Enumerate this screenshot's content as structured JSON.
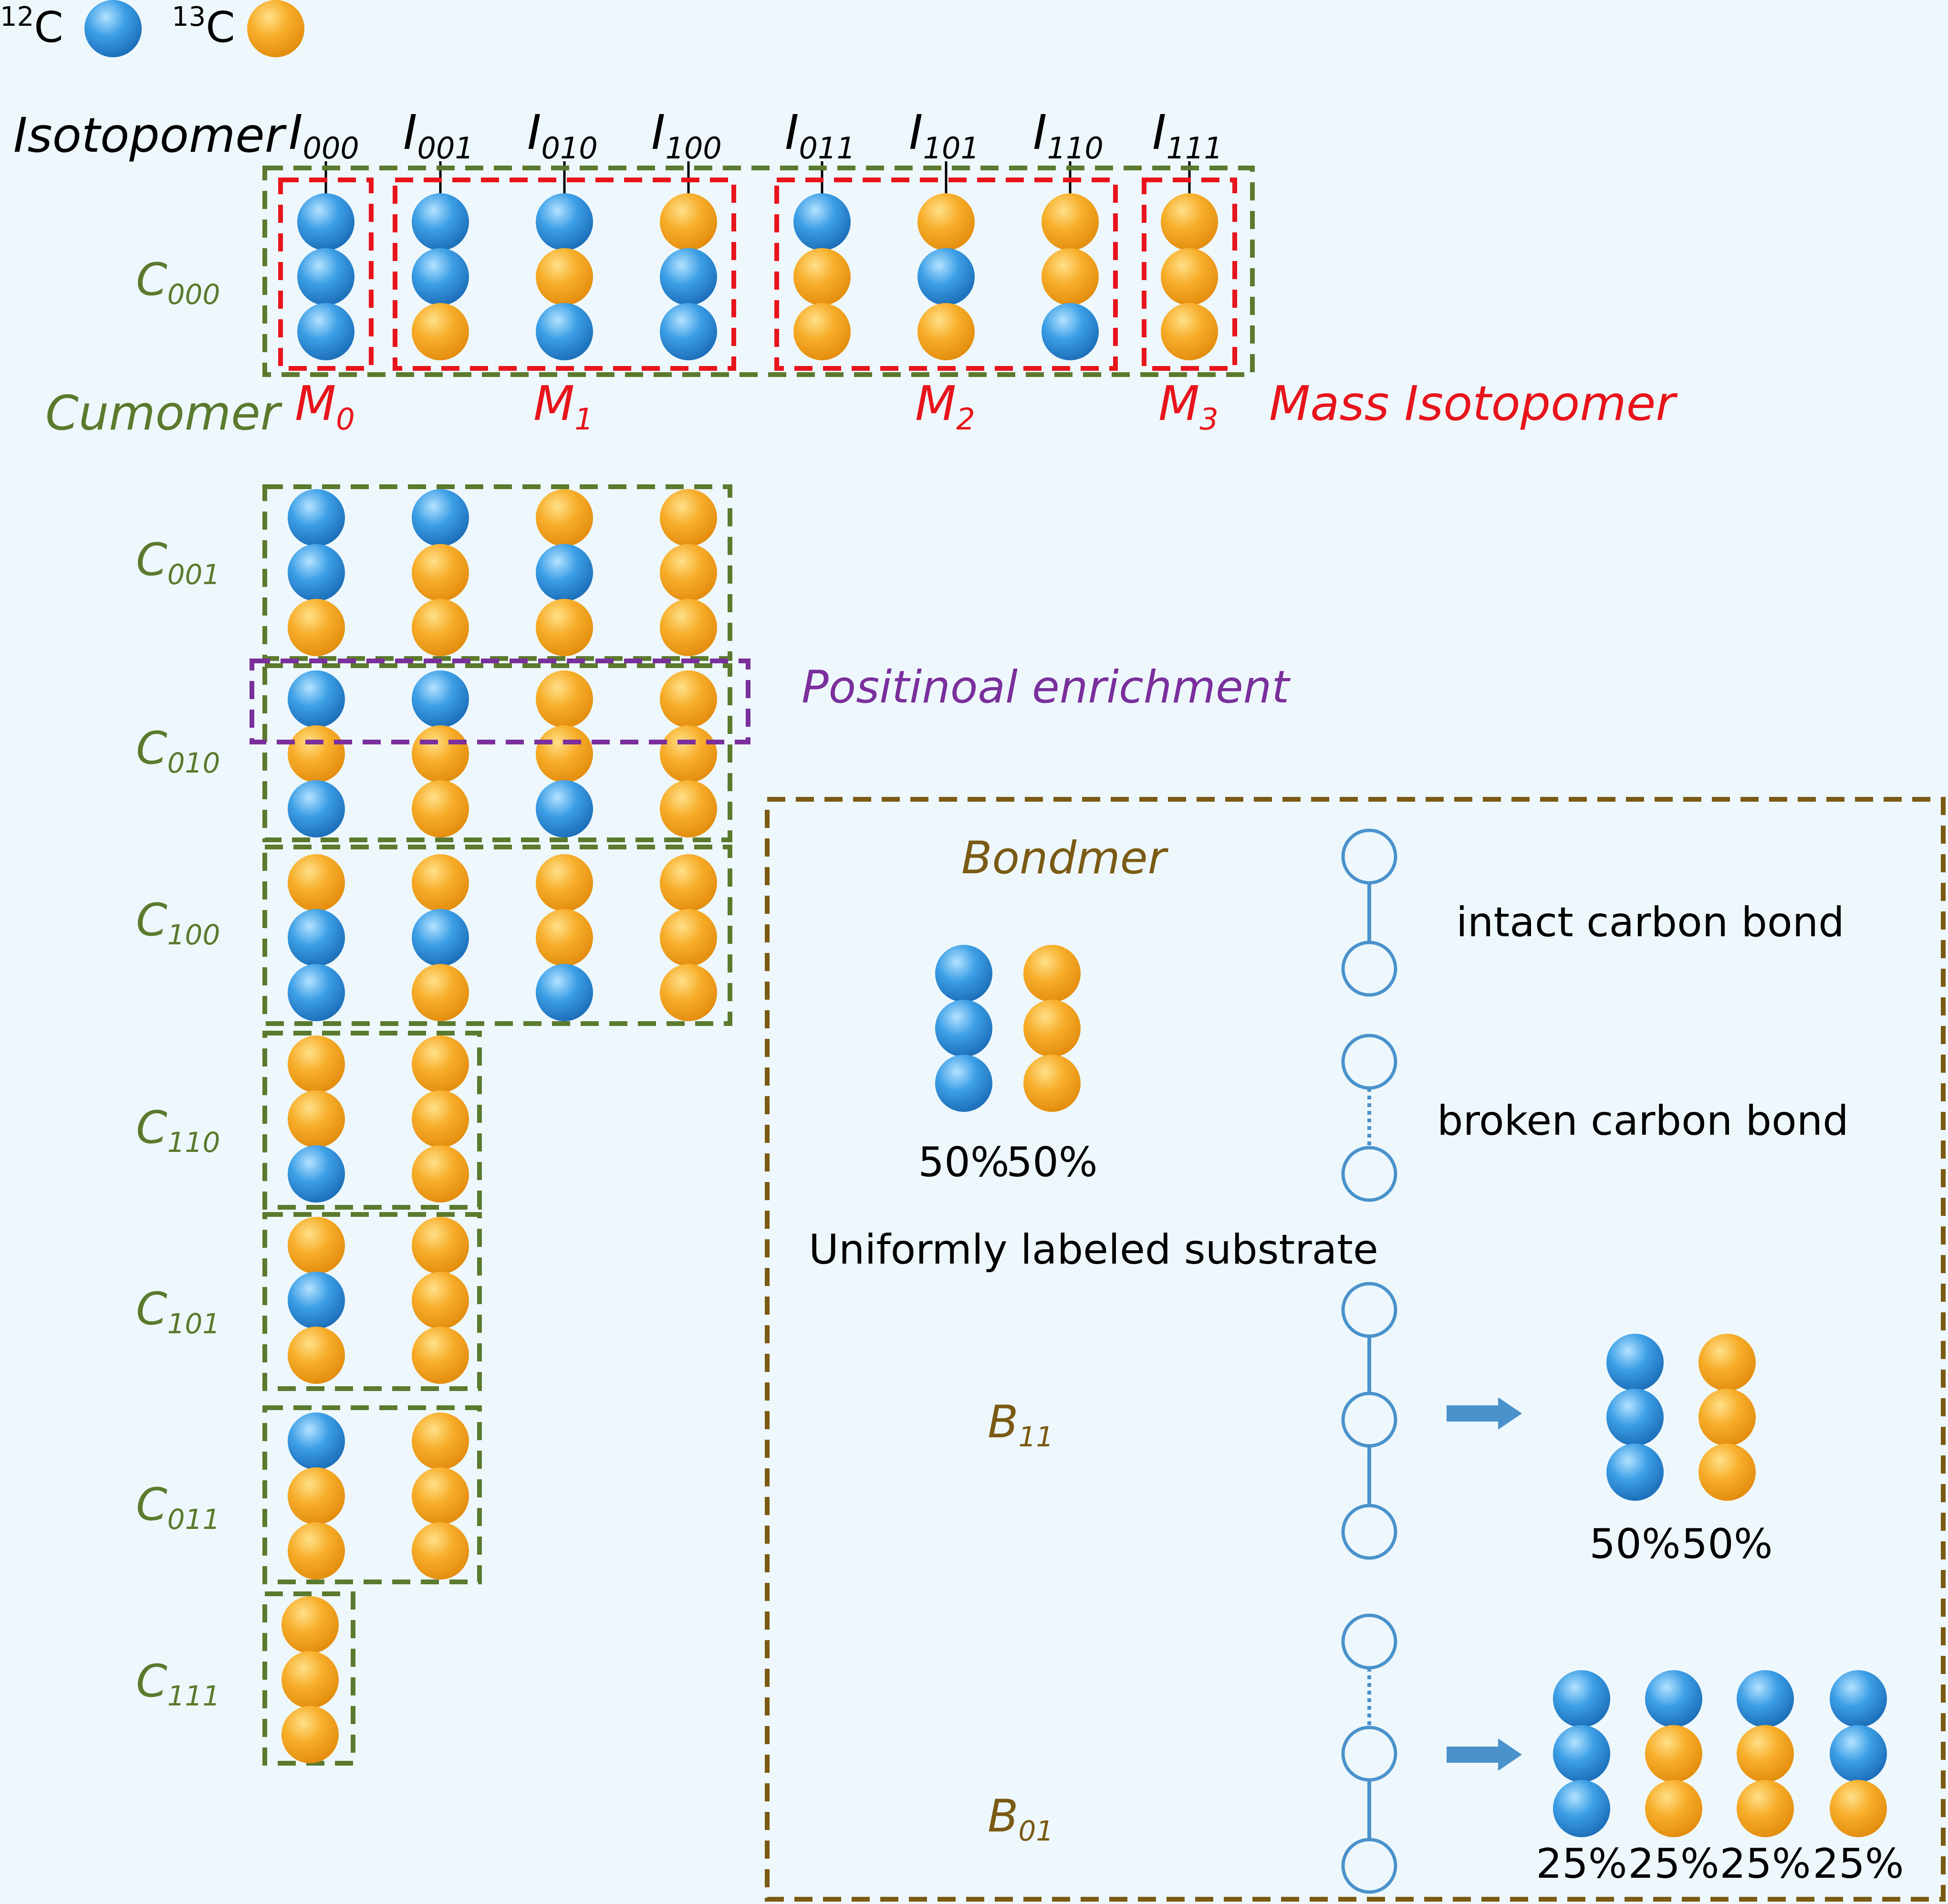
{
  "legend": {
    "c12": "12C",
    "c13": "13C"
  },
  "labels": {
    "isotopomer": "Isotopomer",
    "cumomer": "Cumomer",
    "mass_isotopomer": "Mass Isotopomer",
    "positional_enrichment": "Positinoal enrichment",
    "bondmer": "Bondmer",
    "intact_bond": "intact carbon bond",
    "broken_bond": "broken carbon bond",
    "uniform_substrate": "Uniformly labeled substrate"
  },
  "colors": {
    "background": "#eef8fc",
    "carbon12": "#2f8fdc",
    "carbon13": "#f4a61f",
    "cumomer_green": "#5b7a2e",
    "mass_red": "#e8141c",
    "positional_purple": "#7a2f9c",
    "bondmer_brown": "#7a5a14",
    "bond_blue": "#4a92cc"
  },
  "isotopomers": [
    {
      "label": "000",
      "pattern": [
        0,
        0,
        0
      ]
    },
    {
      "label": "001",
      "pattern": [
        0,
        0,
        1
      ]
    },
    {
      "label": "010",
      "pattern": [
        0,
        1,
        0
      ]
    },
    {
      "label": "100",
      "pattern": [
        1,
        0,
        0
      ]
    },
    {
      "label": "011",
      "pattern": [
        0,
        1,
        1
      ]
    },
    {
      "label": "101",
      "pattern": [
        1,
        0,
        1
      ]
    },
    {
      "label": "110",
      "pattern": [
        1,
        1,
        0
      ]
    },
    {
      "label": "111",
      "pattern": [
        1,
        1,
        1
      ]
    }
  ],
  "mass_groups": [
    {
      "label": "0",
      "members": [
        0
      ]
    },
    {
      "label": "1",
      "members": [
        1,
        2,
        3
      ]
    },
    {
      "label": "2",
      "members": [
        4,
        5,
        6
      ]
    },
    {
      "label": "3",
      "members": [
        7
      ]
    }
  ],
  "cumomers": [
    {
      "label": "000",
      "molecules": [
        [
          0,
          0,
          0
        ],
        [
          0,
          0,
          1
        ],
        [
          0,
          1,
          0
        ],
        [
          1,
          0,
          0
        ],
        [
          0,
          1,
          1
        ],
        [
          1,
          0,
          1
        ],
        [
          1,
          1,
          0
        ],
        [
          1,
          1,
          1
        ]
      ]
    },
    {
      "label": "001",
      "molecules": [
        [
          0,
          0,
          1
        ],
        [
          0,
          1,
          1
        ],
        [
          1,
          0,
          1
        ],
        [
          1,
          1,
          1
        ]
      ]
    },
    {
      "label": "010",
      "molecules": [
        [
          0,
          1,
          0
        ],
        [
          0,
          1,
          1
        ],
        [
          1,
          1,
          0
        ],
        [
          1,
          1,
          1
        ]
      ]
    },
    {
      "label": "100",
      "molecules": [
        [
          1,
          0,
          0
        ],
        [
          1,
          0,
          1
        ],
        [
          1,
          1,
          0
        ],
        [
          1,
          1,
          1
        ]
      ]
    },
    {
      "label": "110",
      "molecules": [
        [
          1,
          1,
          0
        ],
        [
          1,
          1,
          1
        ]
      ]
    },
    {
      "label": "101",
      "molecules": [
        [
          1,
          0,
          1
        ],
        [
          1,
          1,
          1
        ]
      ]
    },
    {
      "label": "011",
      "molecules": [
        [
          0,
          1,
          1
        ],
        [
          1,
          1,
          1
        ]
      ]
    },
    {
      "label": "111",
      "molecules": [
        [
          1,
          1,
          1
        ]
      ]
    }
  ],
  "bondmer": {
    "intro": {
      "molecules": [
        [
          0,
          0,
          0
        ],
        [
          1,
          1,
          1
        ]
      ],
      "percents": [
        "50%",
        "50%"
      ]
    },
    "rows": [
      {
        "label": "11",
        "molecules": [
          [
            0,
            0,
            0
          ],
          [
            1,
            1,
            1
          ]
        ],
        "percents": [
          "50%",
          "50%"
        ]
      },
      {
        "label": "01",
        "molecules": [
          [
            0,
            0,
            0
          ],
          [
            0,
            1,
            1
          ],
          [
            0,
            1,
            1
          ],
          [
            0,
            0,
            1
          ]
        ],
        "percents": [
          "25%",
          "25%",
          "25%",
          "25%"
        ]
      }
    ]
  }
}
